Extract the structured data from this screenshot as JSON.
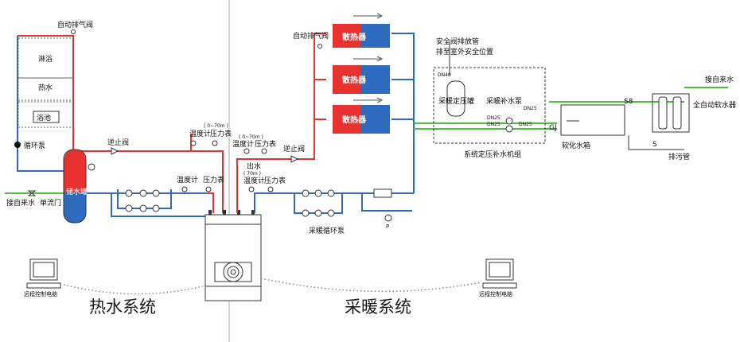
{
  "hot_water_system": {
    "title": "热水系统",
    "auto_vent_valve": "自动排气阀",
    "shower": "淋浴",
    "hot_water": "热水",
    "bath_pool": "浴池",
    "circulation_pump": "循环泵",
    "check_valve": "逆止阀",
    "storage_tank": "储水罐",
    "tap_water_inlet": "接自来水",
    "one_way_valve": "单流门",
    "thermometer": "温度计",
    "pressure_gauge": "压力表",
    "gauge_range": "( 0~70m )",
    "remote_pc": "远程控制电脑"
  },
  "heating_system": {
    "title": "采暖系统",
    "auto_vent_valve": "自动排气阀",
    "radiator_1": "散热器",
    "radiator_2": "散热器",
    "radiator_3": "散热器",
    "check_valve": "逆止阀",
    "thermometer": "温度计",
    "pressure_gauge": "压力表",
    "thermometer_2": "温度计",
    "pressure_gauge_2": "压力表",
    "gauge_range": "( 0~70m )",
    "outlet_water": "出水",
    "outlet_range": "( 70m )",
    "heating_circ_pump": "采暖循环泵",
    "safety_valve_pipe": "安全阀排放管",
    "discharge_outdoor": "排至室外安全位置",
    "dn40": "DN40",
    "pressure_tank": "采暖定压罐",
    "makeup_pump": "采暖补水泵",
    "dn25_a": "DN25",
    "dn25_b": "DN25",
    "dn25_c": "DN25",
    "dn25_d": "DN25",
    "unit_name": "系统定压补水机组",
    "gj": "GJ",
    "s8": "S8",
    "s": "S",
    "soft_water_tank": "软化水箱",
    "drain_pipe": "排污管",
    "tap_water_inlet": "接自来水",
    "auto_softener": "全自动软水器",
    "p": "P",
    "remote_pc": "远程控制电脑"
  }
}
